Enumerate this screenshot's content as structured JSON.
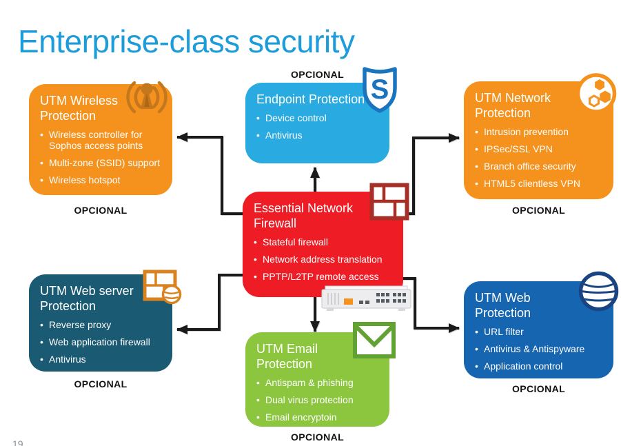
{
  "title": "Enterprise-class security",
  "page_number": "19",
  "optional_label": "OPCIONAL",
  "colors": {
    "title_blue": "#1C9CD8",
    "orange": "#F5921E",
    "light_blue": "#29ABE2",
    "red": "#EE1C25",
    "teal": "#1A5A72",
    "green": "#8CC63E",
    "blue": "#1665B0",
    "connector_black": "#1A1A1A",
    "optional_text": "#111111",
    "page_number_grey": "#8A8F98"
  },
  "nodes": {
    "wireless": {
      "title": "UTM Wireless Protection",
      "bullets": [
        "Wireless controller for Sophos access points",
        "Multi-zone (SSID) support",
        "Wireless hotspot"
      ],
      "color": "#F5921E",
      "optional_position": "below",
      "icon": "antenna-icon"
    },
    "endpoint": {
      "title": "Endpoint Protection",
      "bullets": [
        "Device control",
        "Antivirus"
      ],
      "color": "#29ABE2",
      "optional_position": "above",
      "icon": "sophos-shield-icon"
    },
    "network": {
      "title": "UTM Network Protection",
      "bullets": [
        "Intrusion prevention",
        "IPSec/SSL VPN",
        "Branch office security",
        "HTML5 clientless VPN"
      ],
      "color": "#F5921E",
      "optional_position": "below",
      "icon": "hexagons-circle-icon"
    },
    "firewall": {
      "title": "Essential Network Firewall",
      "bullets": [
        "Stateful firewall",
        "Network address translation",
        "PPTP/L2TP remote access"
      ],
      "color": "#EE1C25",
      "icon": "brick-wall-icon"
    },
    "webserver": {
      "title": "UTM Web server Protection",
      "bullets": [
        "Reverse proxy",
        "Web application firewall",
        "Antivirus"
      ],
      "color": "#1A5A72",
      "optional_position": "below",
      "icon": "brick-wall-globe-icon"
    },
    "email": {
      "title": "UTM Email Protection",
      "bullets": [
        "Antispam & phishing",
        "Dual virus protection",
        "Email encryptoin"
      ],
      "color": "#8CC63E",
      "optional_position": "below",
      "icon": "envelope-icon"
    },
    "web": {
      "title": "UTM Web Protection",
      "bullets": [
        "URL filter",
        "Antivirus & Antispyware",
        "Application control"
      ],
      "color": "#1665B0",
      "optional_position": "below",
      "icon": "globe-icon"
    }
  }
}
